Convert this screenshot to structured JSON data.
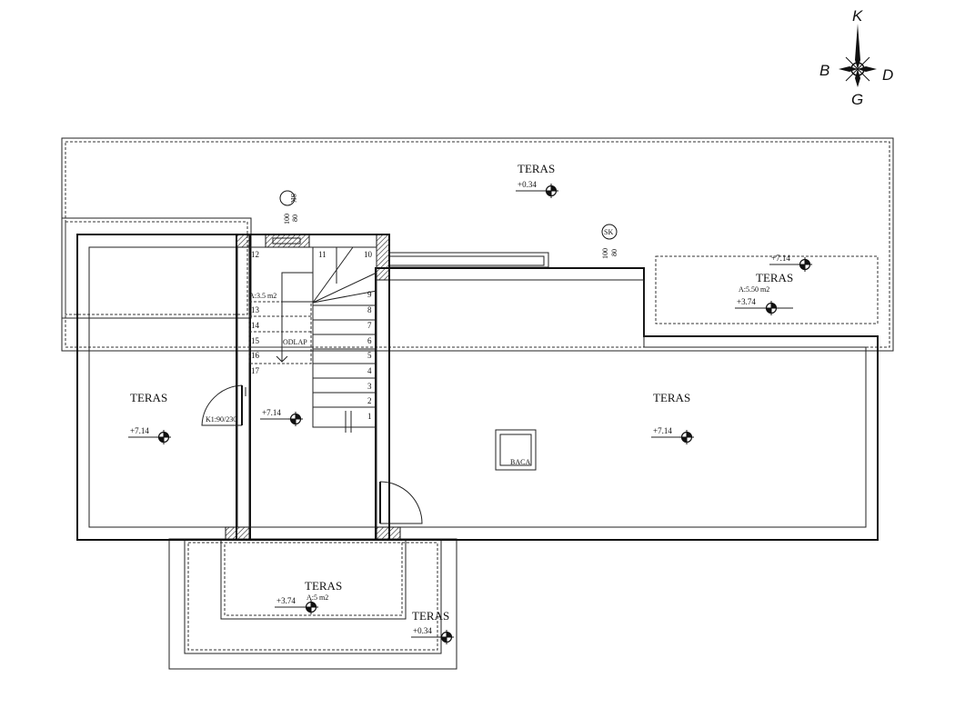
{
  "compass": {
    "north": "K",
    "west": "B",
    "east": "D",
    "south": "G"
  },
  "rooms": {
    "north_terrace": {
      "label": "TERAS",
      "level": "+0.34"
    },
    "west_terrace": {
      "label": "TERAS",
      "level": "+7.14"
    },
    "east_terrace": {
      "label": "TERAS",
      "level": "+7.14"
    },
    "ne_terrace": {
      "label": "TERAS",
      "area": "A:5.50 m2",
      "level": "+3.74",
      "level_top": "+7.14"
    },
    "south_terrace": {
      "label": "TERAS",
      "area": "A:5 m2",
      "level": "+3.74"
    },
    "se_terrace": {
      "label": "TERAS",
      "level": "+0.34"
    },
    "stair_hall": {
      "level": "+7.14",
      "area": "A:3.5 m2",
      "landing_label": "ODLAP"
    }
  },
  "door": {
    "label": "K1:90/230"
  },
  "chimney": {
    "label": "BACA"
  },
  "skylights": [
    {
      "symbol": "SK",
      "dims": [
        "100",
        "80"
      ]
    },
    {
      "symbol": "SK",
      "dims": [
        "100",
        "80"
      ]
    }
  ],
  "stairs": {
    "steps_right": [
      "10",
      "9",
      "8",
      "7",
      "6",
      "5",
      "4",
      "3",
      "2",
      "1"
    ],
    "steps_left": [
      "11",
      "12",
      "13",
      "14",
      "15",
      "16",
      "17"
    ]
  }
}
